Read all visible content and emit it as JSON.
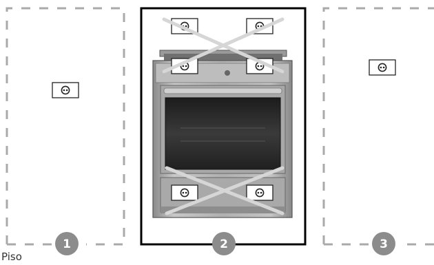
{
  "floor_label": "Piso",
  "zones": [
    {
      "number": "1",
      "description_visible": false
    },
    {
      "number": "2",
      "description_visible": false
    },
    {
      "number": "3",
      "description_visible": false
    }
  ],
  "colors": {
    "dashed_border": "#aaaaaa",
    "badge_fill": "#8c8c8c",
    "badge_text": "#ffffff",
    "cross_mark": "#d9d9d9",
    "frame": "#000000",
    "oven_steel": "#b4b4b4",
    "oven_window": "#2a2a2a"
  },
  "icons": [
    "socket-icon",
    "cross-mark",
    "oven-image"
  ]
}
